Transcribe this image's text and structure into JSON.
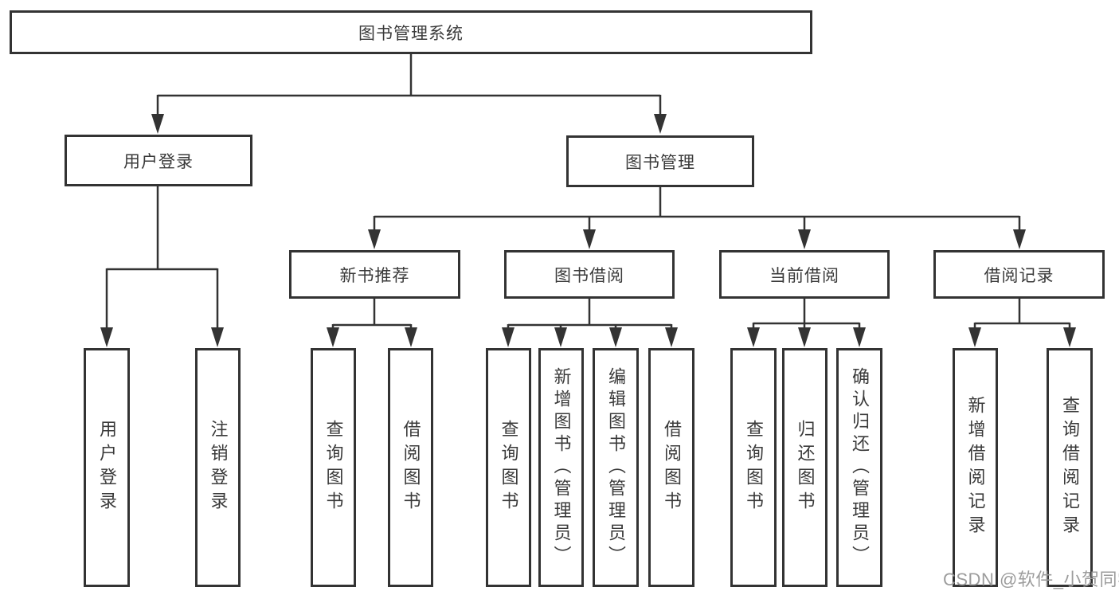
{
  "tree": {
    "root": {
      "label": "图书管理系统"
    },
    "branches": [
      {
        "label": "用户登录",
        "children": [
          {
            "label": "用户登录"
          },
          {
            "label": "注销登录"
          }
        ]
      },
      {
        "label": "图书管理",
        "children": [
          {
            "label": "新书推荐",
            "children": [
              {
                "label": "查询图书"
              },
              {
                "label": "借阅图书"
              }
            ]
          },
          {
            "label": "图书借阅",
            "children": [
              {
                "label": "查询图书"
              },
              {
                "label": "新增图书（管理员）"
              },
              {
                "label": "编辑图书（管理员）"
              },
              {
                "label": "借阅图书"
              }
            ]
          },
          {
            "label": "当前借阅",
            "children": [
              {
                "label": "查询图书"
              },
              {
                "label": "归还图书"
              },
              {
                "label": "确认归还（管理员）"
              }
            ]
          },
          {
            "label": "借阅记录",
            "children": [
              {
                "label": "新增借阅记录"
              },
              {
                "label": "查询借阅记录"
              }
            ]
          }
        ]
      }
    ]
  },
  "watermark": {
    "text": "CSDN @软件_小贺同学"
  },
  "colors": {
    "line": "#333333",
    "box_border": "#333333",
    "box_fill": "#ffffff",
    "text": "#3a3a3a",
    "watermark": "#9c9c9c",
    "background": "#ffffff"
  }
}
